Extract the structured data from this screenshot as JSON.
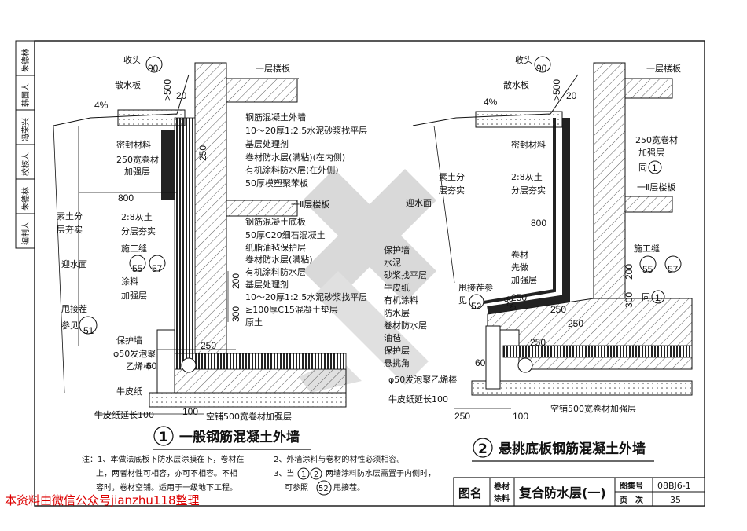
{
  "side_stamp": {
    "cells": [
      "朱德林",
      "韩国人",
      "冯荣兴",
      "校核人",
      "朱德林",
      "编制人"
    ]
  },
  "detail1": {
    "title_num": "1",
    "title": "一般钢筋混凝土外墙",
    "labels": {
      "shoutou": "收头",
      "ref90": "90",
      "sanshuiban": "散水板",
      "slope": "4%",
      "gt500": ">500",
      "d20": "20",
      "d250a": "250",
      "mifeng": "密封材料",
      "jiaqiang1": "250宽卷材",
      "jiaqiang2": "加强层",
      "d800": "800",
      "sutu1": "素土分",
      "sutu2": "层夯实",
      "huitu1": "2:8灰土",
      "huitu2": "分层夯实",
      "shigongfeng": "施工缝",
      "ref55": "55",
      "ref57": "57",
      "yingshuimian": "迎水面",
      "tuliao1": "涂料",
      "tuliao2": "加强层",
      "shuaijiecha": "甩接茬",
      "canjian": "参见",
      "ref51": "51",
      "baohuqiang": "保护墙",
      "paomo1": "φ50发泡聚",
      "paomo2": "乙烯棒",
      "d60": "60",
      "niupizhi": "牛皮纸",
      "niupiext": "牛皮纸延长100",
      "d100": "100",
      "d200": "200",
      "d300": "300",
      "d250b": "250",
      "kongpu": "空铺500宽卷材加强层",
      "yiceng": "一层楼板"
    },
    "wall_layers": [
      "钢筋混凝土外墙",
      "10～20厚1:2.5水泥砂浆找平层",
      "基层处理剂",
      "卷材防水层(满粘)(在内侧)",
      "有机涂料防水层(在外侧)",
      "50厚模塑聚苯板"
    ],
    "floor_slab": "一Ⅱ层楼板",
    "base_layers": [
      "钢筋混凝土底板",
      "50厚C20细石混凝土",
      "纸脂油毡保护层",
      "卷材防水层(满粘)",
      "有机涂料防水层",
      "基层处理剂",
      "10～20厚1:2.5水泥砂浆找平层",
      "≥100厚C15混凝土垫层",
      "原土"
    ]
  },
  "detail2": {
    "title_num": "2",
    "title": "悬挑底板钢筋混凝土外墙",
    "labels": {
      "shoutou": "收头",
      "ref90": "90",
      "sanshuiban": "散水板",
      "slope": "4%",
      "gt500": ">500",
      "d20": "20",
      "yiceng": "一层楼板",
      "mifeng": "密封材料",
      "jiaqiang1": "250宽卷材",
      "jiaqiang2": "加强层",
      "tong1": "同",
      "ref1": "1",
      "sutu1": "素土分",
      "sutu2": "层夯实",
      "huitu1": "2:8灰土",
      "huitu2": "分层夯实",
      "floor": "一Ⅱ层楼板",
      "d800": "800",
      "yingshuimian": "迎水面",
      "shigongfeng": "施工缝",
      "ref55": "55",
      "ref57": "57",
      "juancai1": "卷材",
      "juancai2": "先做",
      "juancai3": "加强层",
      "shuaijie": "甩接茬参",
      "jian": "见",
      "ref52": "52",
      "d200": "200",
      "d300": "300",
      "tong2": "同",
      "ref1b": "1",
      "d250a": "250",
      "d250b": "250",
      "d250c": "250",
      "d800b": "800",
      "d60": "60",
      "paomo": "φ50发泡聚乙烯棒",
      "niupiext": "牛皮纸延长100",
      "d250d": "250",
      "d100": "100",
      "kongpu": "空铺500宽卷材加强层"
    },
    "layers": [
      "保护墙",
      "水泥",
      "砂浆找平层",
      "牛皮纸",
      "有机涂料",
      "防水层",
      "卷材防水层",
      "油毡",
      "保护层",
      "悬挑角"
    ]
  },
  "notes": [
    "注：1、本做法底板下防水层涂膜在下，卷材在",
    "上，两者材性可相容，亦可不相容。不相",
    "容时，卷材空铺。适用于一级地下工程。",
    "2、外墙涂料与卷材的材性必须相容。",
    "3、当",
    "两墙涂料防水层需置于内侧时，",
    "可参照",
    "甩接茬。"
  ],
  "note_refs": {
    "a": "1",
    "b": "2",
    "c": "52"
  },
  "title_block": {
    "label": "图名",
    "category_top": "卷材",
    "category_bottom": "涂料",
    "drawing_title": "复合防水层(一)",
    "atlas_label": "图集号",
    "atlas_no": "08BJ6-1",
    "page_label": "页　次",
    "page_no": "35"
  },
  "watermark": "本资料由微信公众号jianzhu118整理",
  "colors": {
    "ink": "#111111",
    "watermark": "#dd0000",
    "hatch": "#333333",
    "shadow_logo": "#bfbfbf"
  }
}
